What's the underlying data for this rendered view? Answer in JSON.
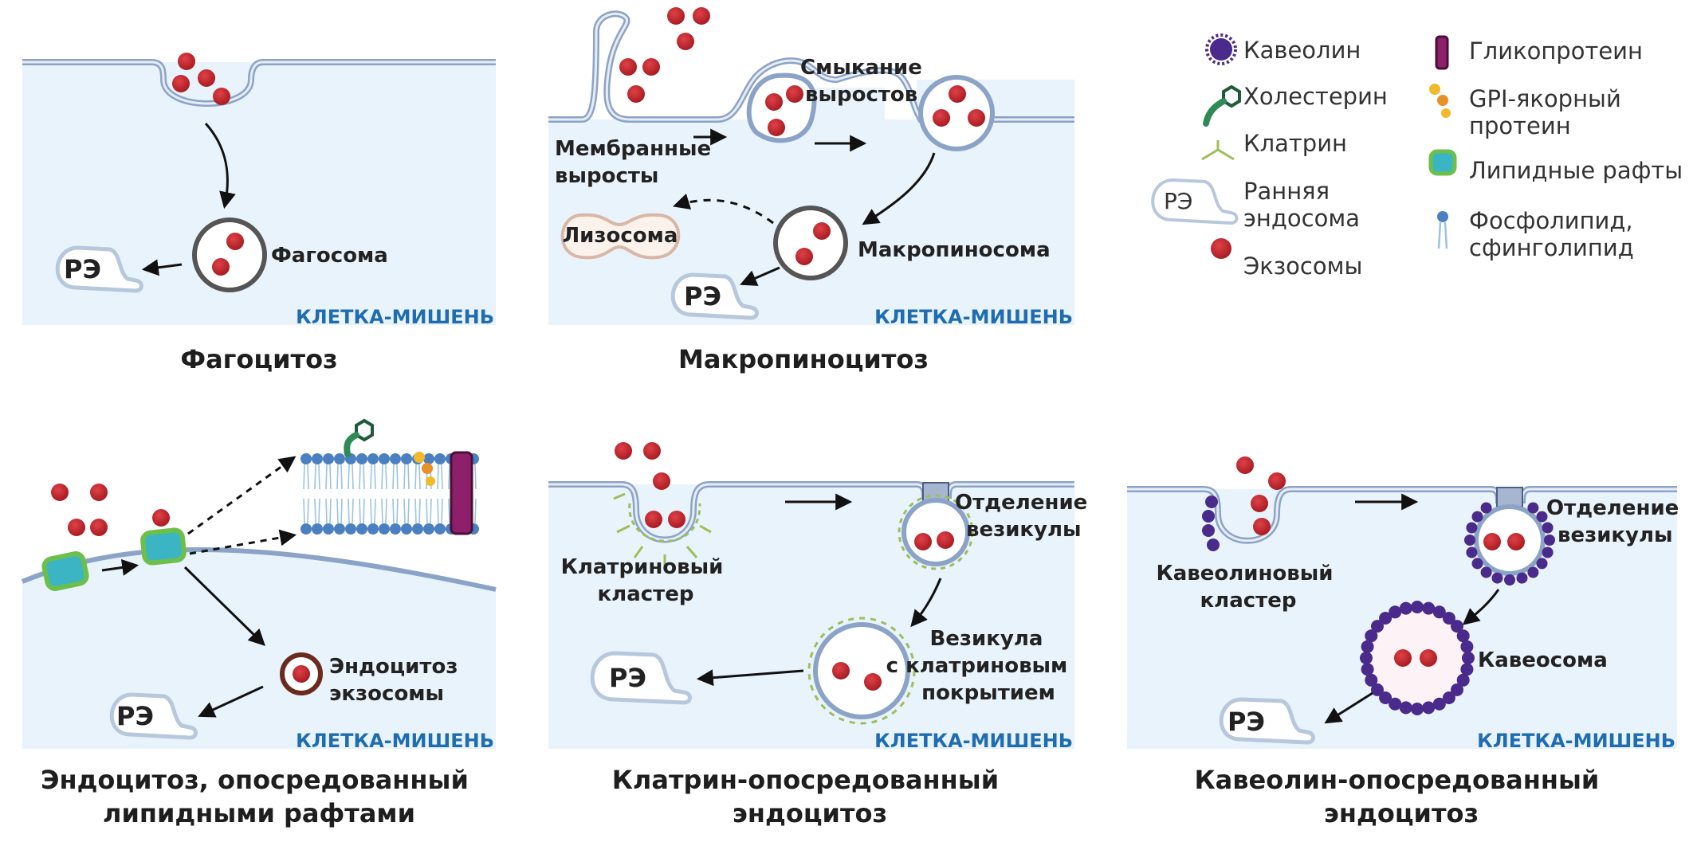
{
  "panels": {
    "phago": {
      "title": "Фагоцитоз",
      "cell_label": "КЛЕТКА-МИШЕНЬ",
      "vesicle": "Фагосома",
      "re": "РЭ"
    },
    "macro": {
      "title": "Макропиноцитоз",
      "cell_label": "КЛЕТКА-МИШЕНЬ",
      "ruffles": [
        "Мембранные",
        "выросты"
      ],
      "closure": [
        "Смыкание",
        "выростов"
      ],
      "lysosome": "Лизосома",
      "macropinosome": "Макропиносома",
      "re": "РЭ"
    },
    "lipid": {
      "title": [
        "Эндоцитоз, опосредованный",
        "липидными рафтами"
      ],
      "cell_label": "КЛЕТКА-МИШЕНЬ",
      "endocytosis": [
        "Эндоцитоз",
        "экзосомы"
      ],
      "re": "РЭ"
    },
    "clathrin": {
      "title": [
        "Клатрин-опосредованный",
        "эндоцитоз"
      ],
      "cell_label": "КЛЕТКА-МИШЕНЬ",
      "cluster": [
        "Клатриновый",
        "кластер"
      ],
      "separation": [
        "Отделение",
        "везикулы"
      ],
      "coated": [
        "Везикула",
        "с клатриновым",
        "покрытием"
      ],
      "re": "РЭ"
    },
    "caveolin": {
      "title": [
        "Кавеолин-опосредованный",
        "эндоцитоз"
      ],
      "cell_label": "КЛЕТКА-МИШЕНЬ",
      "cluster": [
        "Кавеолиновый",
        "кластер"
      ],
      "separation": [
        "Отделение",
        "везикулы"
      ],
      "caveosome": "Кавеосома",
      "re": "РЭ"
    }
  },
  "legend": {
    "left": [
      {
        "icon": "caveolin-icon",
        "label": [
          "Кавеолин"
        ]
      },
      {
        "icon": "cholesterol-icon",
        "label": [
          "Холестерин"
        ]
      },
      {
        "icon": "clathrin-icon",
        "label": [
          "Клатрин"
        ]
      },
      {
        "icon": "early-endosome-icon",
        "icon_text": "РЭ",
        "label": [
          "Ранняя",
          "эндосома"
        ]
      },
      {
        "icon": "exosome-icon",
        "label": [
          "Экзосомы"
        ]
      }
    ],
    "right": [
      {
        "icon": "glycoprotein-icon",
        "label": [
          "Гликопротеин"
        ]
      },
      {
        "icon": "gpi-anchored-protein-icon",
        "label": [
          "GPI-якорный",
          "протеин"
        ]
      },
      {
        "icon": "lipid-raft-icon",
        "label": [
          "Липидные рафты"
        ]
      },
      {
        "icon": "phospholipid-icon",
        "label": [
          "Фосфолипид,",
          "сфинголипид"
        ]
      }
    ]
  },
  "colors": {
    "cell": "#e9f3fc",
    "membrane": "#8ba3c7",
    "exosome": "#c1272d",
    "cell_label": "#1f6db0",
    "caveolin": "#4a2a8a",
    "clathrin": "#9cbf5a",
    "glycoprotein": "#8e1f6a",
    "raft": "#3bb5c3"
  }
}
